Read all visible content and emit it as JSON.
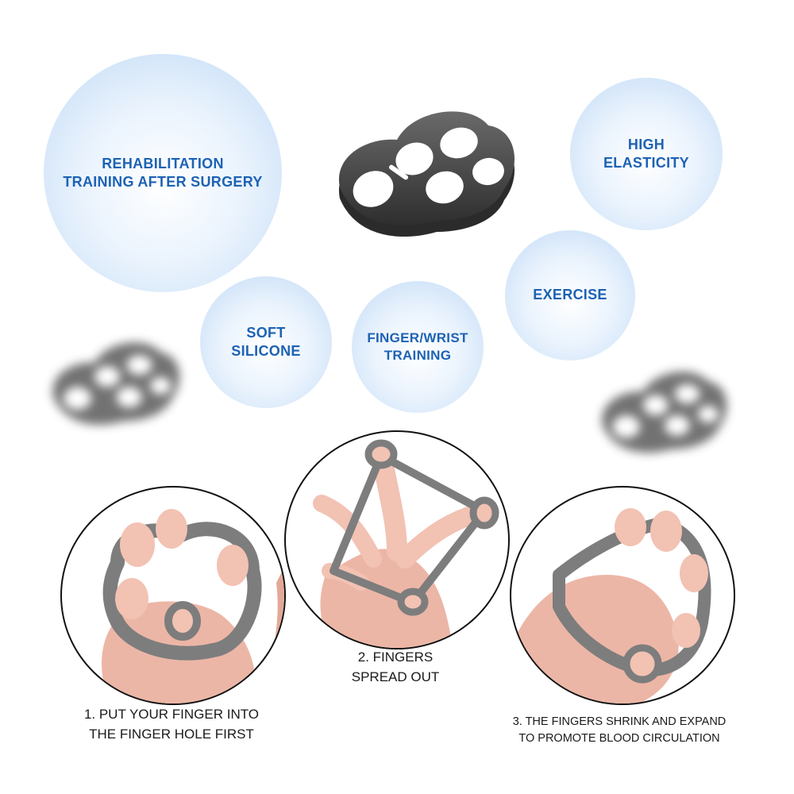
{
  "features": [
    {
      "text": "REHABILITATION\nTRAINING AFTER SURGERY"
    },
    {
      "text": "HIGH\nELASTICITY"
    },
    {
      "text": "EXERCISE"
    },
    {
      "text": "SOFT\nSILICONE"
    },
    {
      "text": "FINGER/WRIST\nTRAINING"
    }
  ],
  "steps": [
    {
      "caption": "1. PUT YOUR FINGER INTO\nTHE FINGER HOLE FIRST"
    },
    {
      "caption": "2. FINGERS\nSPREAD OUT"
    },
    {
      "caption": "3. THE FINGERS SHRINK AND EXPAND\nTO PROMOTE BLOOD CIRCULATION"
    }
  ],
  "colors": {
    "accent_text": "#1d62b4",
    "product_gray": "#3f3f3f",
    "band_gray": "#7d7d7d",
    "skin": "#f2c2b3"
  }
}
